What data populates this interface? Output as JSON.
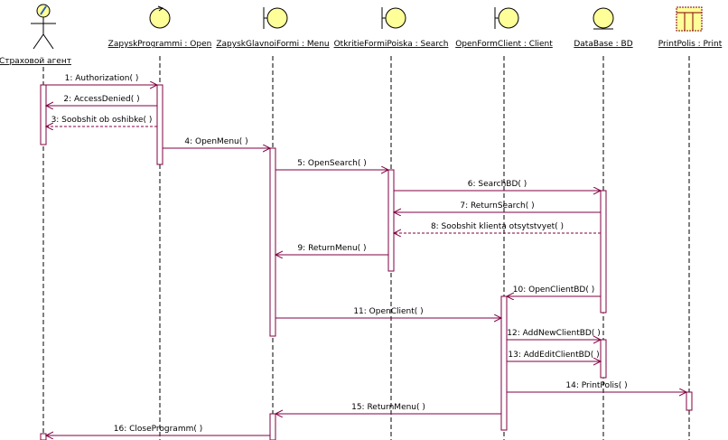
{
  "colors": {
    "line": "#800040",
    "icon_fill": "#ffff99",
    "icon_stroke": "#000000",
    "lifeline": "#000000",
    "text": "#000000"
  },
  "objects": [
    {
      "id": "agent",
      "label": ": Страховой агент",
      "icon": "actor-icon"
    },
    {
      "id": "open",
      "label": "ZapyskProgrammi : Open",
      "icon": "control-icon"
    },
    {
      "id": "menu",
      "label": "ZapyskGlavnoiFormi : Menu",
      "icon": "boundary-icon"
    },
    {
      "id": "search",
      "label": "OtkritieFormiPoiska : Search",
      "icon": "boundary-icon"
    },
    {
      "id": "client",
      "label": "OpenFormClient : Client",
      "icon": "boundary-icon"
    },
    {
      "id": "bd",
      "label": "DataBase : BD",
      "icon": "entity-icon"
    },
    {
      "id": "print",
      "label": "PrintPolis : Print",
      "icon": "table-icon"
    }
  ],
  "messages": [
    {
      "label": "1: Authorization( )",
      "from": "agent",
      "to": "open",
      "kind": "sync"
    },
    {
      "label": "2: AccessDenied( )",
      "from": "open",
      "to": "agent",
      "kind": "sync"
    },
    {
      "label": "3: Soobshit ob oshibke( )",
      "from": "open",
      "to": "agent",
      "kind": "return"
    },
    {
      "label": "4: OpenMenu( )",
      "from": "open",
      "to": "menu",
      "kind": "sync"
    },
    {
      "label": "5: OpenSearch( )",
      "from": "menu",
      "to": "search",
      "kind": "sync"
    },
    {
      "label": "6: SearchBD( )",
      "from": "search",
      "to": "bd",
      "kind": "sync"
    },
    {
      "label": "7: ReturnSearch( )",
      "from": "bd",
      "to": "search",
      "kind": "sync"
    },
    {
      "label": "8: Soobshit klienta otsytstvyet( )",
      "from": "bd",
      "to": "search",
      "kind": "return"
    },
    {
      "label": "9: ReturnMenu( )",
      "from": "search",
      "to": "menu",
      "kind": "sync"
    },
    {
      "label": "10: OpenClientBD( )",
      "from": "bd",
      "to": "client",
      "kind": "sync"
    },
    {
      "label": "11: OpenClient( )",
      "from": "menu",
      "to": "client",
      "kind": "sync"
    },
    {
      "label": "12: AddNewClientBD( )",
      "from": "client",
      "to": "bd",
      "kind": "sync"
    },
    {
      "label": "13: AddEditClientBD( )",
      "from": "client",
      "to": "bd",
      "kind": "sync"
    },
    {
      "label": "14: PrintPolis( )",
      "from": "client",
      "to": "print",
      "kind": "sync"
    },
    {
      "label": "15: ReturnMenu( )",
      "from": "client",
      "to": "menu",
      "kind": "sync"
    },
    {
      "label": "16: CloseProgramm( )",
      "from": "menu",
      "to": "agent",
      "kind": "sync"
    }
  ]
}
